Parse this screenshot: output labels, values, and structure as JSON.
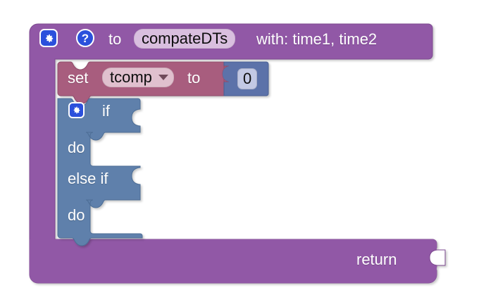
{
  "app": {
    "kind": "blockly-workspace",
    "background": "#ffffff"
  },
  "colors": {
    "procedure_purple": "#9159a6",
    "procedure_purple_dark": "#7d4a90",
    "set_rose": "#a85d7e",
    "set_rose_dark": "#8e4b69",
    "control_blue": "#5e80ab",
    "control_blue_dark": "#4d6d95",
    "number_blue": "#5b72a9",
    "number_blue_dark": "#4a5f92",
    "icon_blue": "#2b50dc",
    "field_name_bg": "#d9bfdf",
    "field_dropdown_bg": "#e0c0ce",
    "field_number_bg": "#c3c9e4",
    "text_light": "#ffffff",
    "text_dark": "#0d0d0d"
  },
  "procedure_block": {
    "gear_icon": "gear-icon",
    "help_icon": "help-icon",
    "to_label": "to",
    "name_field": "compateDTs",
    "with_label": "with: time1, time2",
    "return_label": "return"
  },
  "set_block": {
    "set_label": "set",
    "variable_field": "tcomp",
    "dropdown_caret": "chevron-down-icon",
    "to_label": "to",
    "value_block": {
      "type": "math_number",
      "value": "0"
    }
  },
  "if_block": {
    "gear_icon": "gear-icon",
    "rows": [
      {
        "label": "if",
        "kind": "condition"
      },
      {
        "label": "do",
        "kind": "statement"
      },
      {
        "label": "else if",
        "kind": "condition"
      },
      {
        "label": "do",
        "kind": "statement"
      }
    ]
  }
}
